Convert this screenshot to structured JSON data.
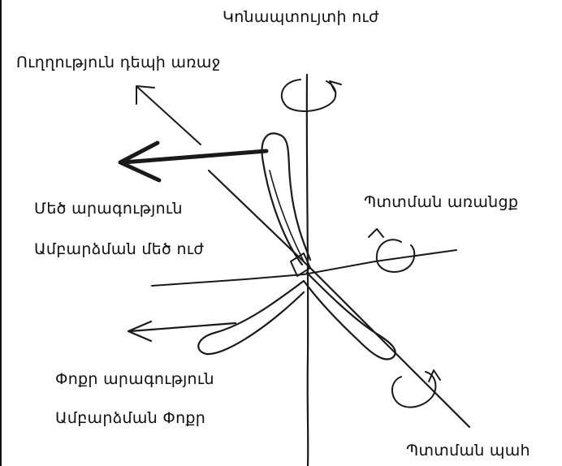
{
  "labels": {
    "centripetal_force": "Կոնապտույտի ուժ",
    "forward_direction": "Ուղղություն դեպի առաջ",
    "high_speed": "Մեծ արագություն",
    "high_lift": "Ամբարձման մեծ ուժ",
    "rotation_axis": "Պտտման առանցք",
    "low_speed": "Փոքր արագություն",
    "low_lift": "Ամբարձման Փոքր",
    "rotation_moment": "Պտտման պահ"
  },
  "colors": {
    "ink": "#1a1a1a",
    "background": "#ffffff"
  }
}
